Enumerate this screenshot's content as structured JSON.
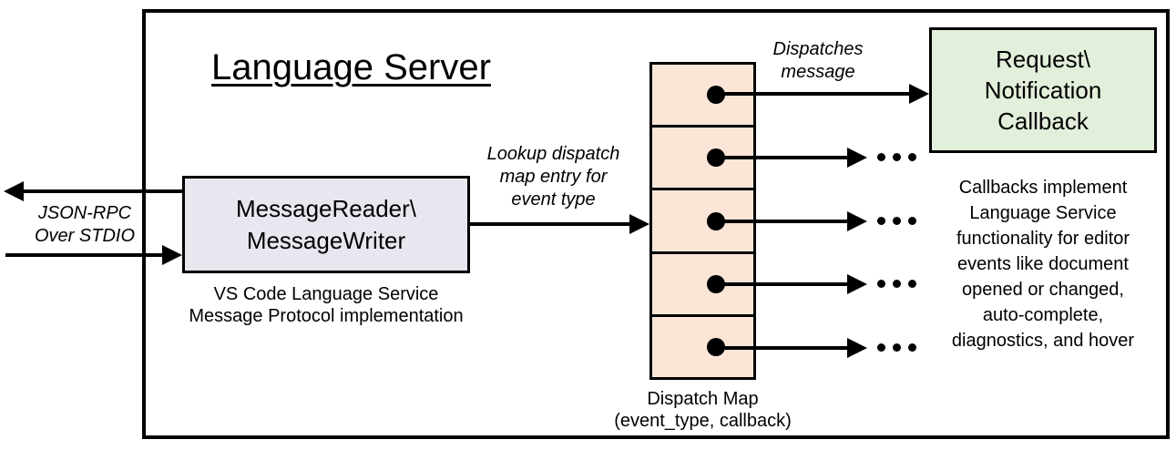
{
  "title": "Language Server",
  "io": {
    "label": "JSON-RPC\nOver STDIO"
  },
  "reader": {
    "label": "MessageReader\\\nMessageWriter",
    "caption": "VS Code Language Service\nMessage Protocol implementation"
  },
  "lookup_label": "Lookup dispatch\nmap entry for\nevent type",
  "dispatch": {
    "label": "Dispatches\nmessage",
    "map_caption": "Dispatch Map\n(event_type, callback)",
    "row_count": 5
  },
  "callback": {
    "label": "Request\\\nNotification\nCallback",
    "note": "Callbacks implement\nLanguage Service\nfunctionality for editor\nevents like document\nopened or changed,\nauto-complete,\ndiagnostics, and hover"
  },
  "colors": {
    "map_fill": "#fbe5d6",
    "reader_fill": "#e8e7ef",
    "callback_fill": "#e2efda",
    "line": "#000000"
  }
}
